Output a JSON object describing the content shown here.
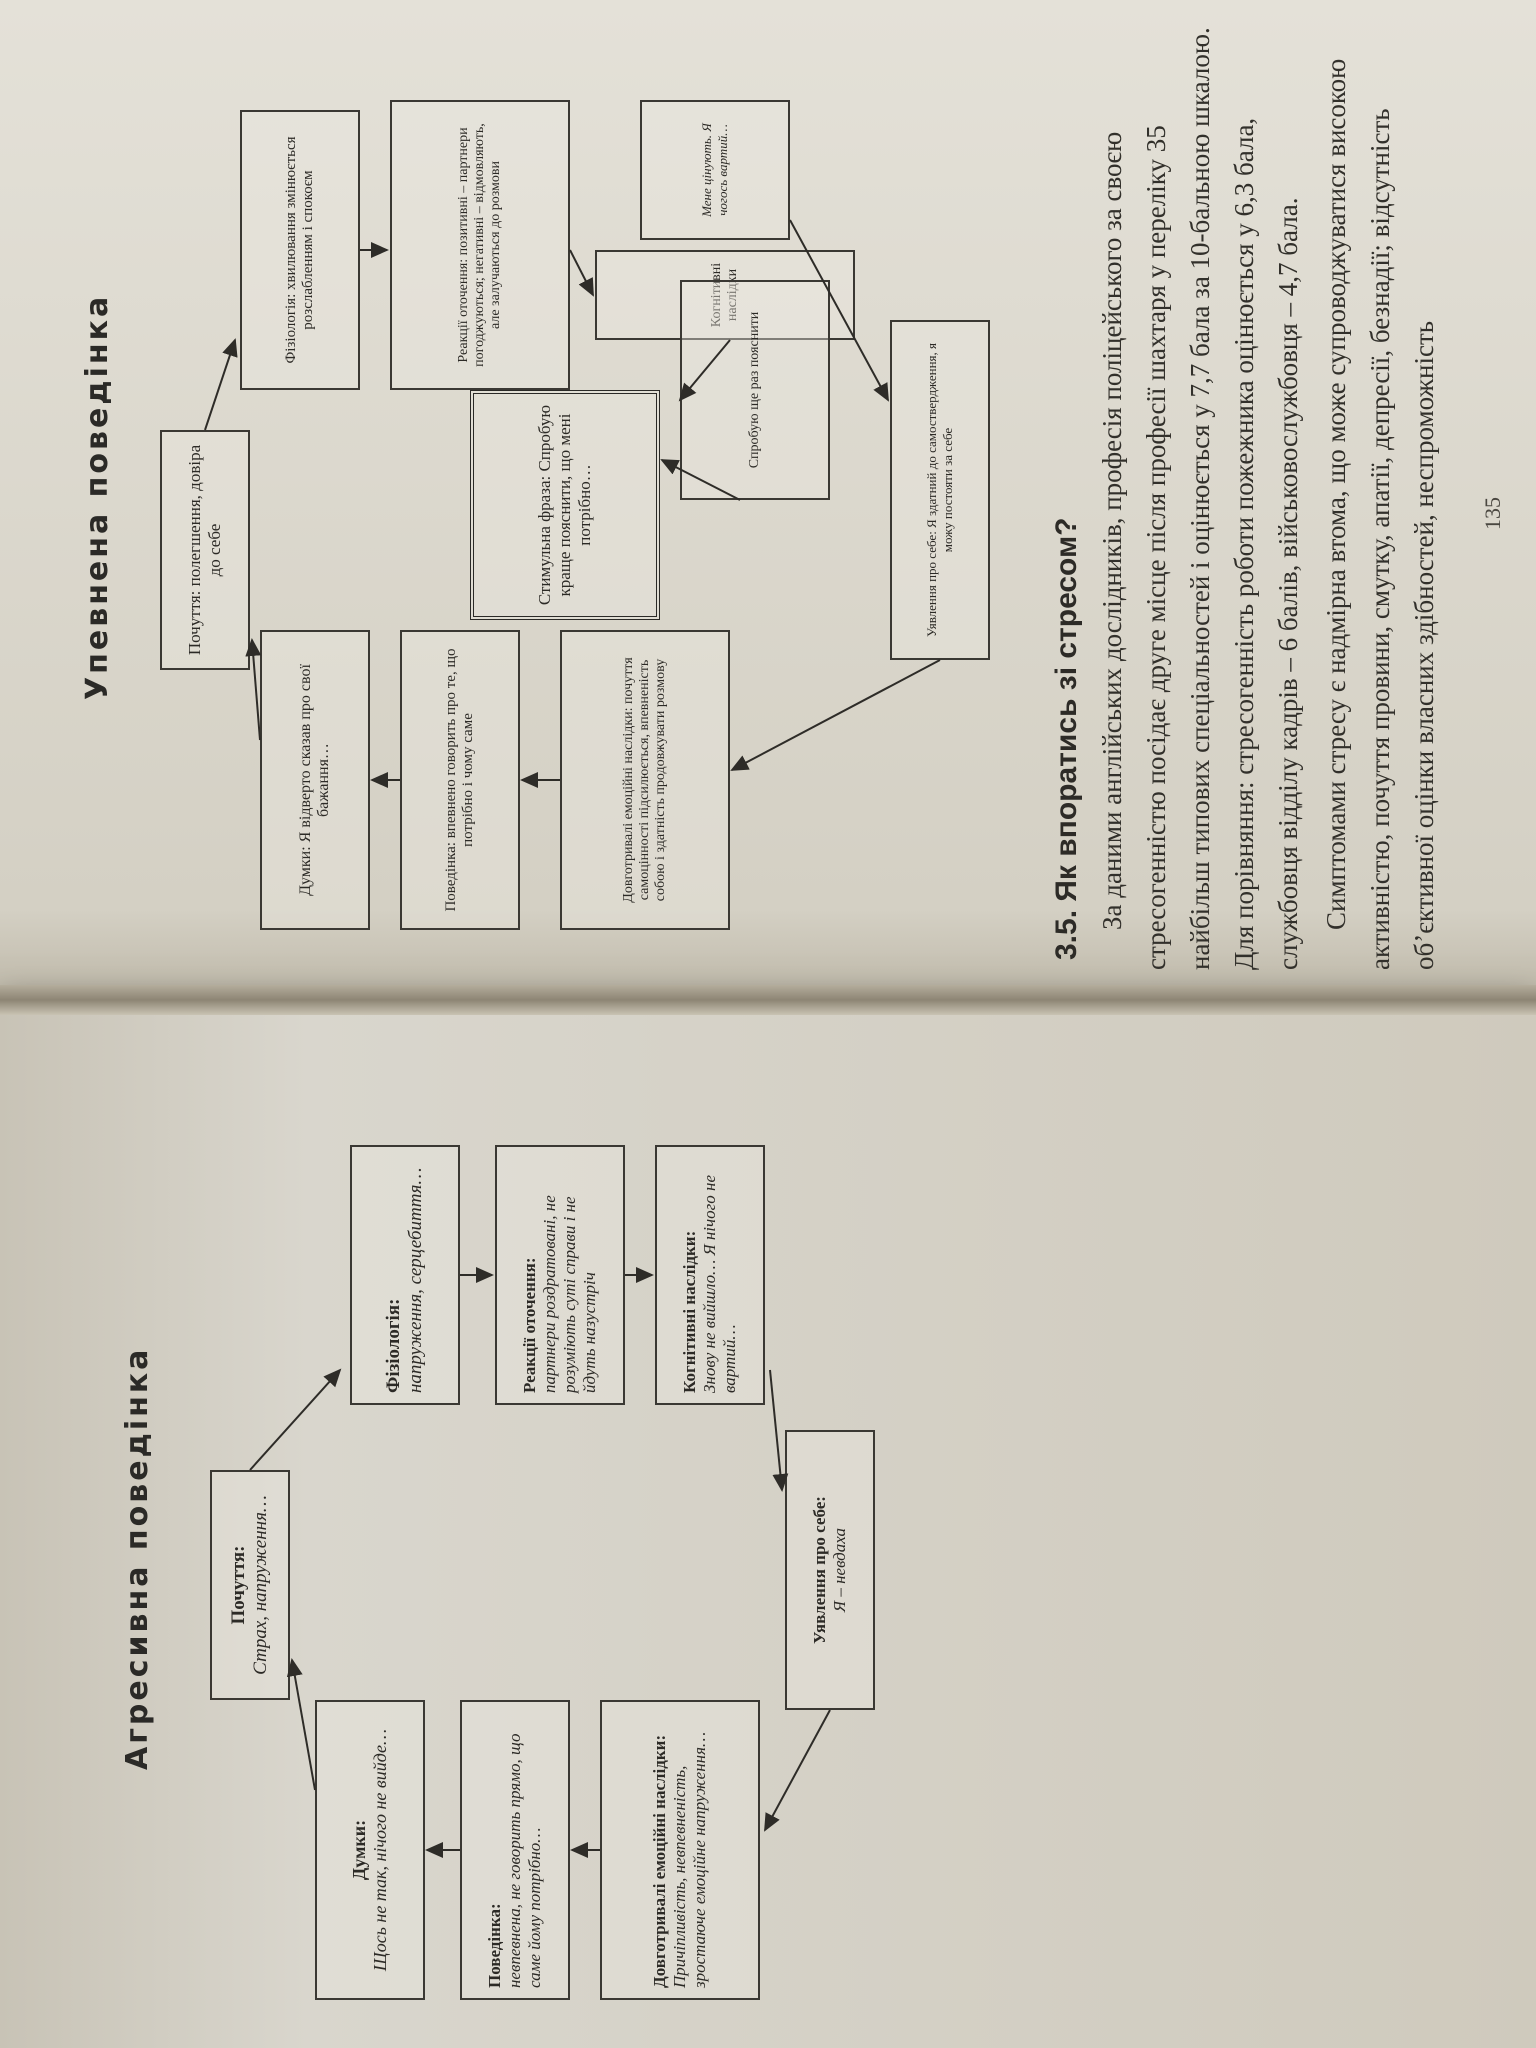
{
  "aggressive": {
    "title": "Агресивна поведінка",
    "feelings_h": "Почуття:",
    "feelings_t": "Страх, напруження…",
    "physiology_h": "Фізіологія:",
    "physiology_t": "напруження, серцебиття…",
    "reactions_h": "Реакції оточення:",
    "reactions_t": "партнери роздратовані, не розуміють суті справи і не йдуть назустріч",
    "cognitive_h": "Когнітивні наслідки:",
    "cognitive_t": "Знову не вийшло… Я нічого не вартий…",
    "self_h": "Уявлення про себе:",
    "self_t": "Я – невдаха",
    "longterm_h": "Довготривалі емоційні наслідки:",
    "longterm_t": "Причіпливість, невпевненість, зростаюче емоційне напруження…",
    "behavior_h": "Поведінка:",
    "behavior_t": "невпевнена, не говорить прямо, що саме йому потрібно…",
    "thoughts_h": "Думки:",
    "thoughts_t": "Щось не так, нічого не вийде…"
  },
  "confident": {
    "title": "Упевнена поведінка",
    "feelings": "Почуття: полегшення, довіра до себе",
    "physiology": "Фізіологія: хвилювання змінюється розслабленням і спокоєм",
    "reactions": "Реакції оточення: позитивні – партнери погоджуються; негативні – відмовляють, але залучаються до розмови",
    "cognitive": "Когнітивні наслідки",
    "notworth": "Мене цінують. Я чогось вартий…",
    "tryagain": "Спробую ще раз пояснити",
    "stimulus": "Стимульна фраза: Спробую краще пояснити, що мені потрібно…",
    "self": "Уявлення про себе: Я здатний до самоствердження, я можу постояти за себе",
    "longterm": "Довготривалі емоційні наслідки: почуття самоцінності підсилюється, впевненість собою і здатність продовжувати розмову",
    "behavior": "Поведінка: впевнено говорить про те, що потрібно і чому саме",
    "thoughts": "Думки: Я відверто сказав про свої бажання…"
  },
  "section": {
    "heading": "3.5. Як впоратись зі стресом?",
    "p1": "За даними англійських дослідників, професія поліцейського за своєю стресогенністю посідає друге місце після професії шахтаря у переліку 35 найбільш типових спеціальностей і оцінюється у 7,7 бала за 10-бальною шкалою. Для порівняння: стресогенність роботи пожежника оцінюється у 6,3 бала, службовця відділу кадрів – 6 балів, військовослужбовця – 4,7 бала.",
    "p2": "Симптомами стресу є надмірна втома, що може супроводжуватися високою активністю, почуття провини, смутку, апатії, депресії, безнадії; відсутність об’єктивної оцінки власних здібностей, неспроможність",
    "page_number": "135"
  }
}
